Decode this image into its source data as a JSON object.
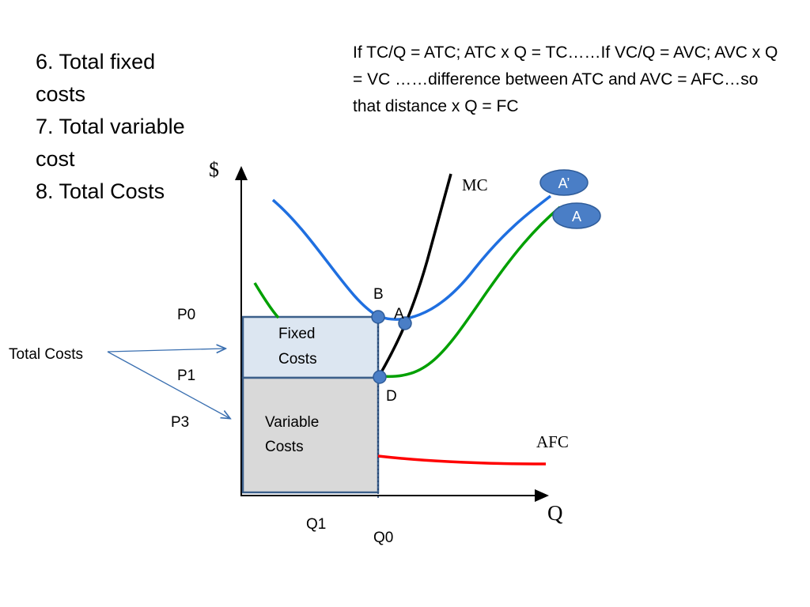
{
  "cost_list": [
    "6. Total fixed costs",
    "7. Total variable cost",
    "8. Total Costs"
  ],
  "note": "If TC/Q = ATC; ATC x Q = TC……If VC/Q = AVC; AVC x Q = VC ……difference between ATC and AVC = AFC…so that distance x Q = FC",
  "axes": {
    "y_label": "$",
    "x_label": "Q"
  },
  "curves": {
    "mc": {
      "label": "MC",
      "color": "#000000"
    },
    "afc": {
      "label": "AFC",
      "color": "#ff0000"
    },
    "atc": {
      "color": "#1f6fe0"
    },
    "avc": {
      "color": "#00a000"
    }
  },
  "badges": {
    "top": "A’",
    "bottom": "A",
    "fill": "#4a7ec6"
  },
  "points": {
    "b": "B",
    "a": "A",
    "d": "D"
  },
  "price_labels": {
    "p0": "P0",
    "p1": "P1",
    "p3": "P3"
  },
  "quantity_labels": {
    "q1": "Q1",
    "q0": "Q0"
  },
  "boxes": {
    "fixed": {
      "line1": "Fixed",
      "line2": "Costs",
      "fill": "#dce6f1"
    },
    "variable": {
      "line1": "Variable",
      "line2": "Costs",
      "fill": "#d9d9d9"
    }
  },
  "total_costs_label": "Total Costs"
}
